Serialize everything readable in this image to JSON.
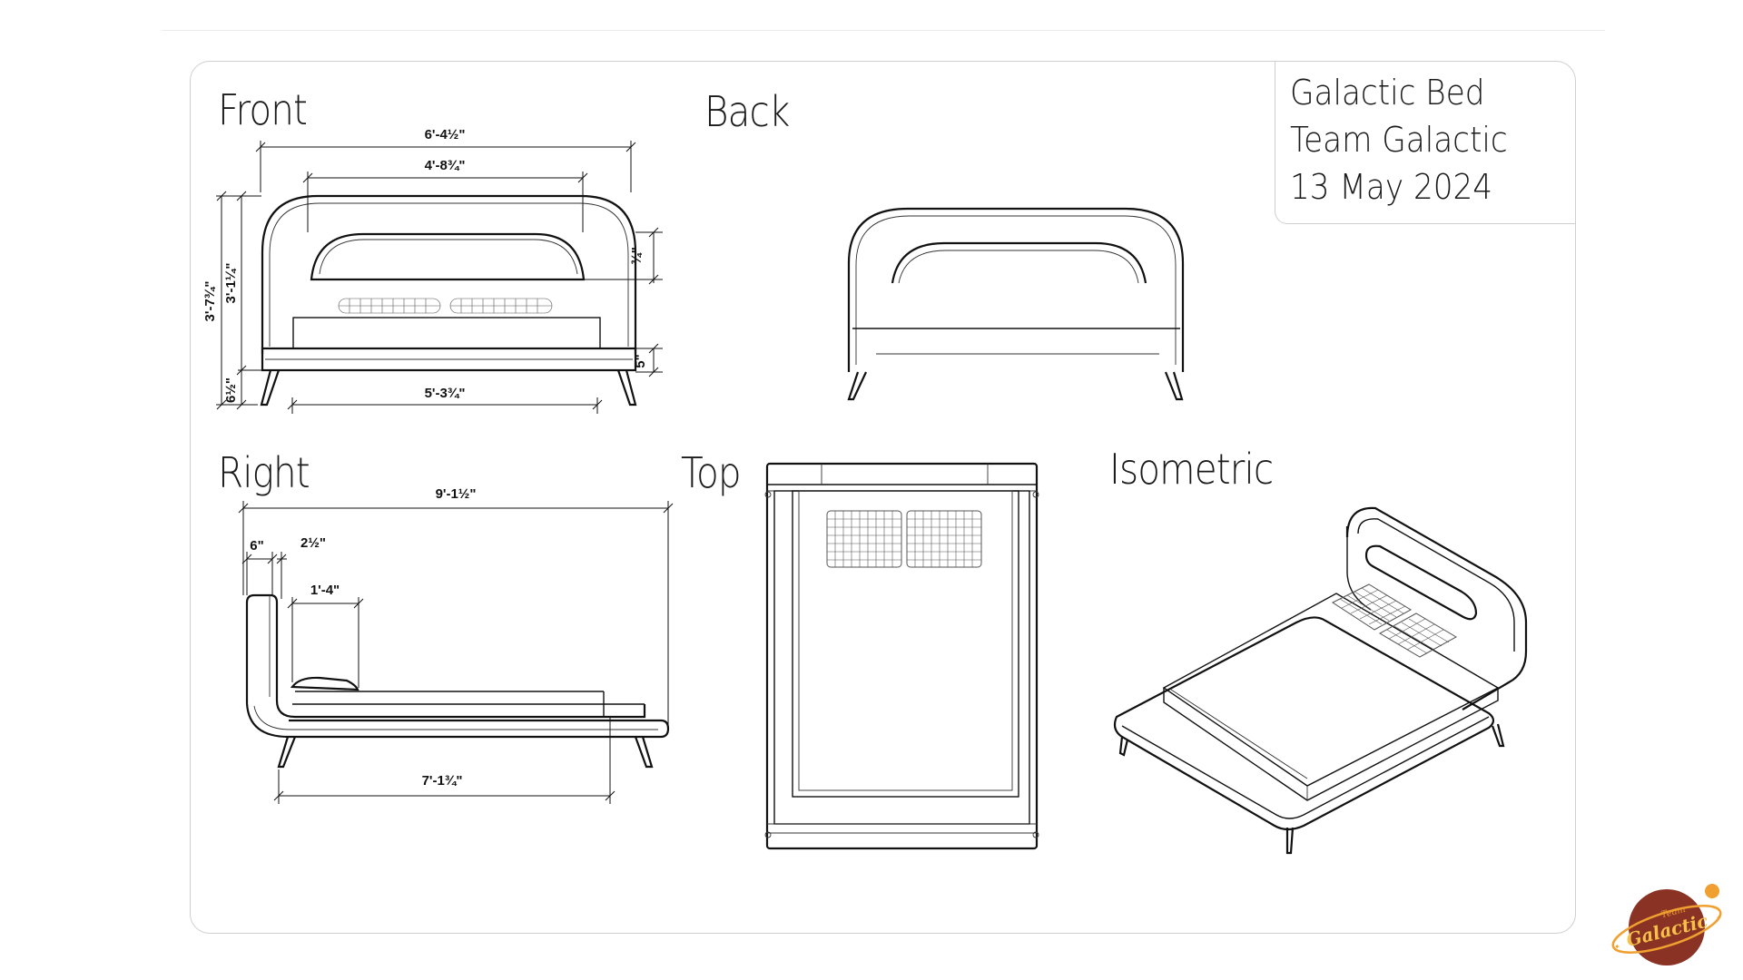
{
  "views": {
    "front": "Front",
    "back": "Back",
    "right": "Right",
    "top": "Top",
    "isometric": "Isometric"
  },
  "title_block": {
    "product": "Galactic Bed",
    "team": "Team Galactic",
    "date": "13 May 2024"
  },
  "dimensions": {
    "front_overall_width": "6'-4½\"",
    "front_arch_width": "4'-8¾\"",
    "front_overall_height": "3'-7¾\"",
    "front_headboard_height": "3'-1¼\"",
    "front_arch_inset": "¾\"",
    "front_frame_height": "5\"",
    "front_leg_height": "6½\"",
    "front_leg_span": "5'-3¾\"",
    "right_overall_length": "9'-1½\"",
    "right_headboard_depth": "6\"",
    "right_panel_thickness": "2½\"",
    "right_pillow_depth": "1'-4\"",
    "right_leg_span": "7'-1¾\""
  },
  "logo": {
    "line1": "Team",
    "line2": "Galactic",
    "planet_color": "#8a3324",
    "accent_color": "#f0a030"
  }
}
